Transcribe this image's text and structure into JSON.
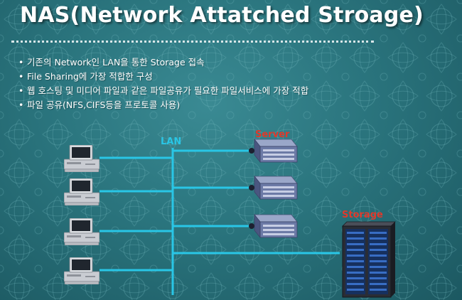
{
  "slide": {
    "title": "NAS(Network Attatched Stroage)",
    "bullets": [
      "기존의 Network인  LAN을 통한 Storage 접속",
      "File Sharing에 가장 적합한 구성",
      "웹 호스팅 및 미디어 파일과 같은 파일공유가 필요한 파일서비스에  가장 적합",
      "파일 공유(NFS,CIFS등을 프로토콜 사용)"
    ],
    "bullet_glyph": "•"
  },
  "diagram": {
    "lan_label": "LAN",
    "server_label": "Server",
    "storage_label": "Storage",
    "client_count": 4,
    "server_count": 3,
    "colors": {
      "lan_line": "#29c6e6",
      "server_label": "#e0392b",
      "storage_label": "#e0392b",
      "background": "#2a747d"
    },
    "icons": {
      "client": "desktop-computer-icon",
      "server": "rack-server-icon",
      "storage": "storage-array-icon"
    }
  }
}
